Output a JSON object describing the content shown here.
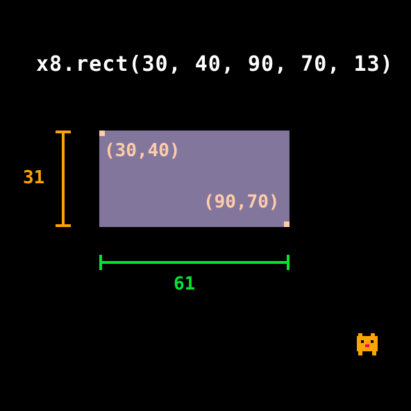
{
  "code": "x8.rect(30, 40, 90, 70, 13)",
  "rect": {
    "start_label": "(30,40)",
    "end_label": "(90,70)"
  },
  "dimensions": {
    "height_label": "31",
    "width_label": "61"
  },
  "colors": {
    "background": "#000000",
    "code_text": "#ffffff",
    "rect_fill": "#83769c",
    "corner_marker": "#ffccaa",
    "coordinate_text": "#ffccaa",
    "height_measure": "#ffa300",
    "width_measure": "#00e436",
    "mascot_body": "#ffa300",
    "mascot_accent": "#ff004d"
  },
  "icons": {
    "mascot": "cat-mascot-icon"
  }
}
